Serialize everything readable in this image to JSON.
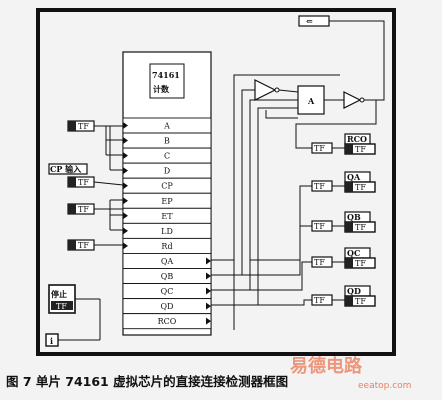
{
  "chip": {
    "title_line1": "74161",
    "title_line2": "计数"
  },
  "pins": [
    "A",
    "B",
    "C",
    "D",
    "CP",
    "EP",
    "ET",
    "LD",
    "Rd",
    "QA",
    "QB",
    "QC",
    "QD",
    "RCO"
  ],
  "controls": {
    "cp_label": "CP 输入",
    "stop_label": "停止",
    "const_bool": "TF",
    "index_glyph": "i"
  },
  "indicators": [
    {
      "label": "RCO",
      "value": "TF"
    },
    {
      "label": "QA",
      "value": "TF"
    },
    {
      "label": "QB",
      "value": "TF"
    },
    {
      "label": "QC",
      "value": "TF"
    },
    {
      "label": "QD",
      "value": "TF"
    }
  ],
  "nodes": {
    "and_gate": "A",
    "shift_reg": "⇐"
  },
  "caption": "图 7   单片 74161 虚拟芯片的直接连接检测器框图",
  "watermark": {
    "brand": "易德电路",
    "url": "eeatop.com"
  }
}
